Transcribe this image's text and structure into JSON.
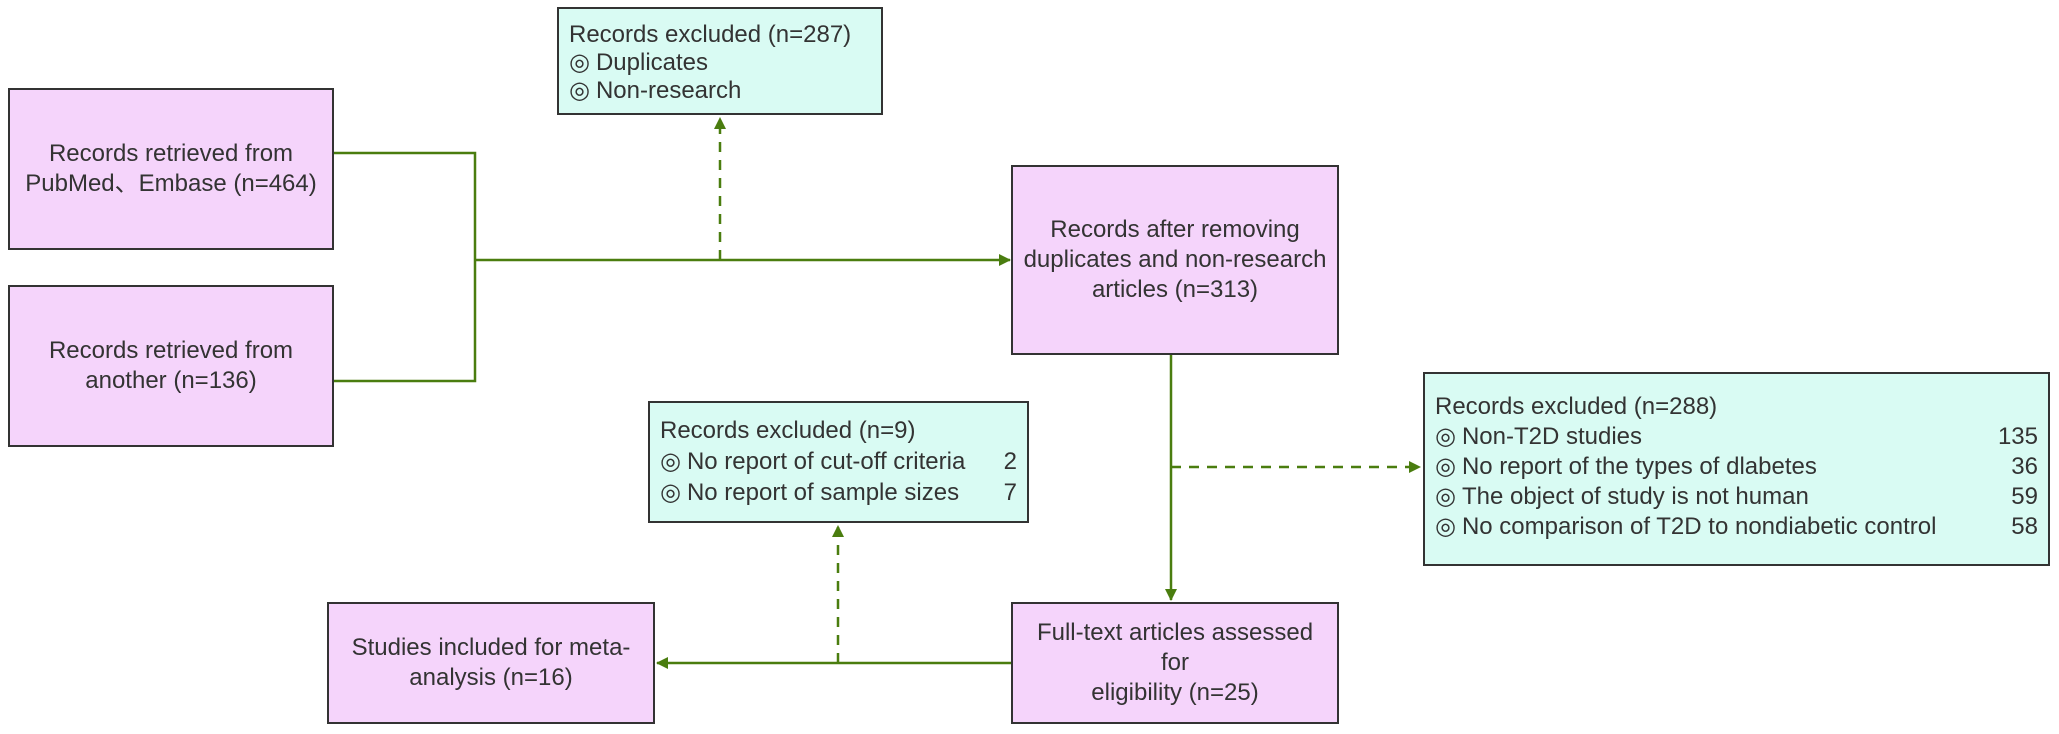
{
  "boxes": {
    "pubmed": {
      "lines": [
        "Records retrieved from",
        "PubMed、Embase (n=464)"
      ]
    },
    "another": {
      "lines": [
        "Records retrieved from",
        "another (n=136)"
      ]
    },
    "excluded_287": {
      "title": "Records excluded (n=287)",
      "bullet": "◎",
      "items": [
        "Duplicates",
        "Non-research"
      ]
    },
    "after_removing": {
      "lines": [
        "Records after removing",
        "duplicates and non-research",
        "articles (n=313)"
      ]
    },
    "excluded_288": {
      "title": "Records excluded (n=288)",
      "bullet": "◎",
      "items": [
        {
          "label": "Non-T2D studies",
          "count": "135"
        },
        {
          "label": "No report of the types of dlabetes",
          "count": "36"
        },
        {
          "label": "The object of study is not human",
          "count": "59"
        },
        {
          "label": "No comparison of T2D to nondiabetic control",
          "count": "58"
        }
      ]
    },
    "excluded_9": {
      "title": "Records excluded (n=9)",
      "bullet": "◎",
      "items": [
        {
          "label": "No report of cut-off criteria",
          "count": "2"
        },
        {
          "label": "No report of sample sizes",
          "count": "7"
        }
      ]
    },
    "full_text": {
      "lines": [
        "Full-text articles assessed for",
        "eligibility (n=25)"
      ]
    },
    "included": {
      "lines": [
        "Studies included for meta-",
        "analysis (n=16)"
      ]
    }
  },
  "colors": {
    "box_pink": "#f5d4fb",
    "box_mint": "#d9fbf3",
    "border": "#333333",
    "arrow": "#4a7d0f",
    "text": "#333333"
  }
}
